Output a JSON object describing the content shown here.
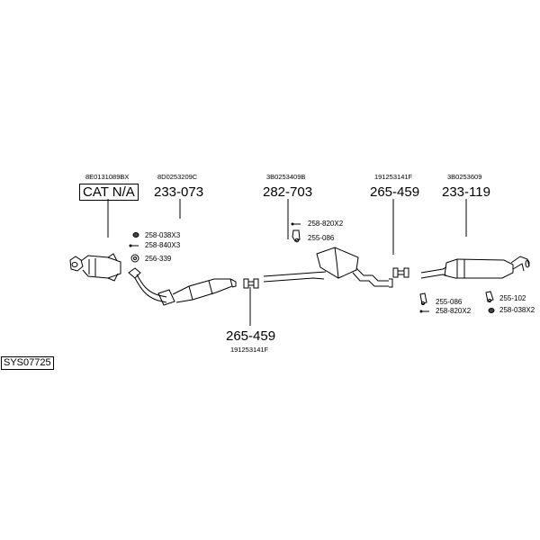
{
  "diagram": {
    "system_code": "SYS07725",
    "parts": [
      {
        "oe": "8E0131089BX",
        "part_number": "CAT N/A"
      },
      {
        "oe": "8D0253209C",
        "part_number": "233-073"
      },
      {
        "oe": "3B0253409B",
        "part_number": "282-703"
      },
      {
        "oe": "191253141F",
        "part_number": "265-459"
      },
      {
        "oe": "3B0253609",
        "part_number": "233-119"
      },
      {
        "oe": "191253141F",
        "part_number": "265-459"
      }
    ],
    "accessories": {
      "cat_area": [
        "258-038X3",
        "258-840X3",
        "256-339"
      ],
      "mid_area": [
        "258-820X2",
        "255-086"
      ],
      "rear_left": [
        "255-086",
        "258-820X2"
      ],
      "rear_right": [
        "255-102",
        "258-038X2"
      ]
    }
  }
}
